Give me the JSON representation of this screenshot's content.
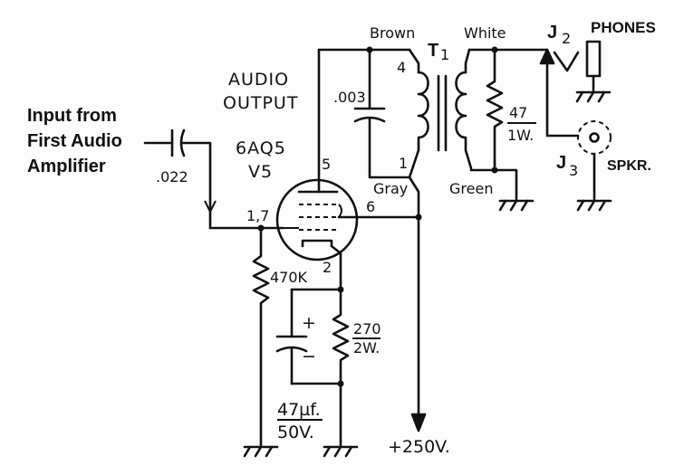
{
  "diagram": {
    "input_label": [
      "Input from",
      "First Audio",
      "Amplifier"
    ],
    "audio_output_label": [
      "AUDIO",
      "OUTPUT"
    ],
    "tube": {
      "type": "6AQ5",
      "ref": "V5"
    },
    "pins": {
      "grid": "1,7",
      "plate": "5",
      "screen": "6",
      "cathode": "2"
    },
    "coupling_cap": ".022",
    "plate_cap": ".003",
    "grid_resistor": "470K",
    "cathode_resistor": {
      "value": "270",
      "rating": "2W."
    },
    "cathode_cap": {
      "value": "47µf.",
      "rating": "50V.",
      "plus": "+",
      "minus": "−"
    },
    "transformer": {
      "ref": "T",
      "sub": "1",
      "primary_top_pin": "4",
      "primary_bottom_pin": "1",
      "wire_brown": "Brown",
      "wire_white": "White",
      "wire_gray": "Gray",
      "wire_green": "Green"
    },
    "load_resistor": {
      "value": "47",
      "rating": "1W."
    },
    "jack_phones": {
      "ref": "J",
      "sub": "2",
      "label": "PHONES"
    },
    "jack_speaker": {
      "ref": "J",
      "sub": "3",
      "label": "SPKR."
    },
    "supply": "+250V."
  }
}
